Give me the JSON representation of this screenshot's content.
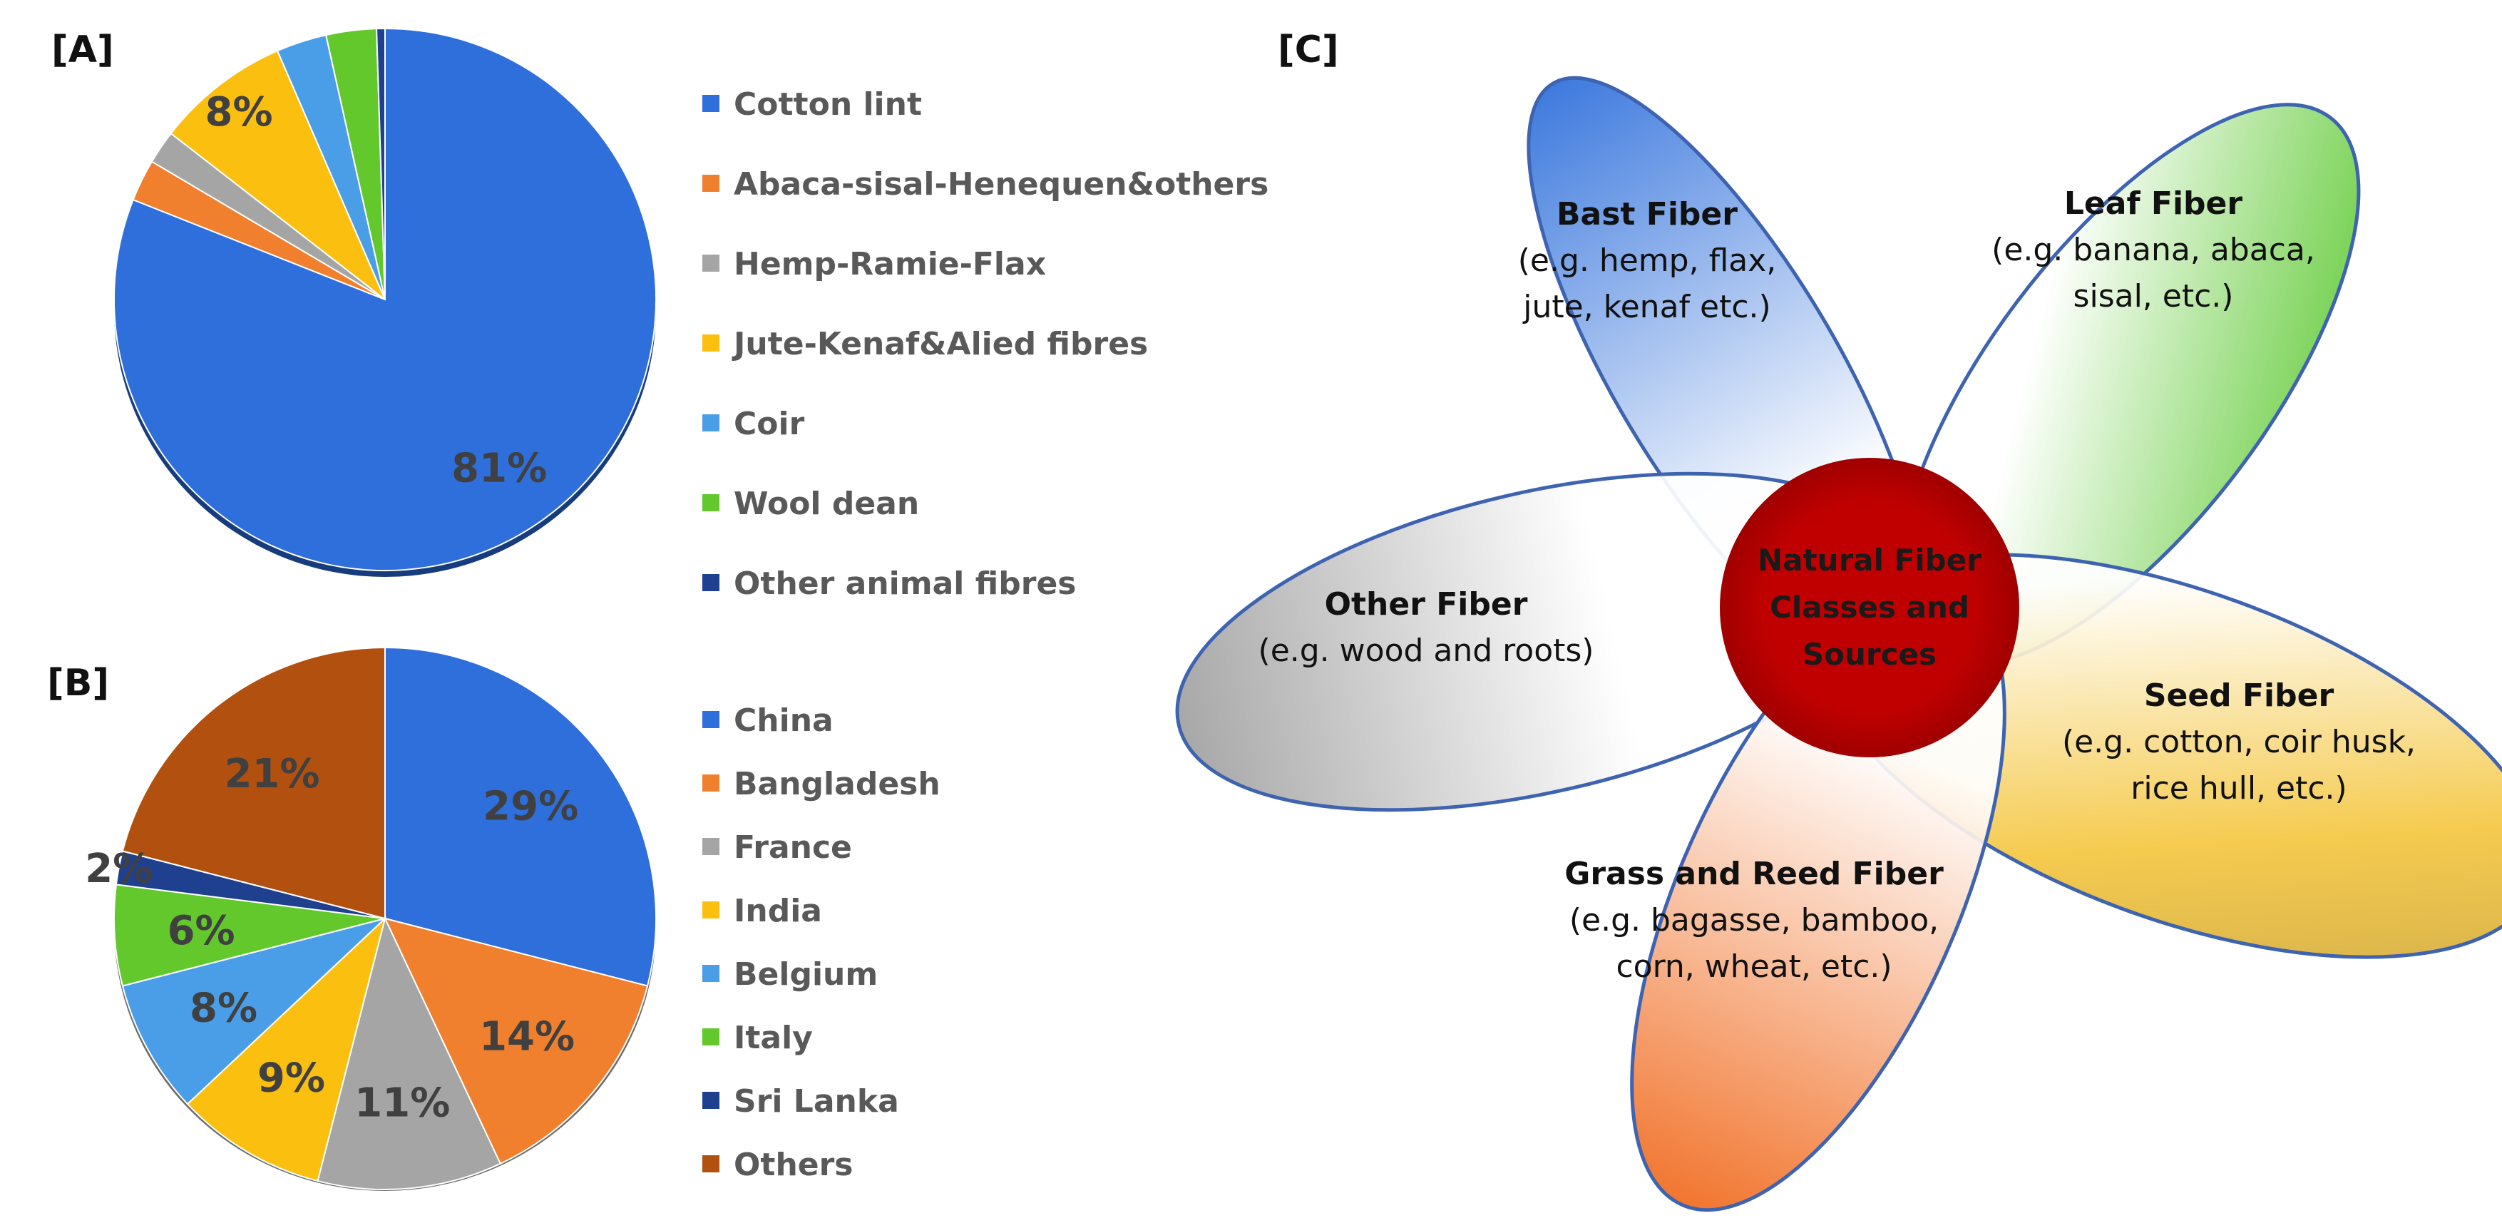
{
  "panels": {
    "a_label": "[A]",
    "b_label": "[B]",
    "c_label": "[C]"
  },
  "chart_data": [
    {
      "type": "pie",
      "panel": "A",
      "categories": [
        "Cotton lint",
        "Abaca-sisal-Henequen&others",
        "Hemp-Ramie-Flax",
        "Jute-Kenaf&Alied fibres",
        "Coir",
        "Wool dean",
        "Other animal fibres"
      ],
      "values": [
        81,
        2.5,
        2,
        8,
        3,
        3,
        0.5
      ],
      "data_labels": [
        "81%",
        "",
        "",
        "8%",
        "",
        "",
        ""
      ],
      "colors": [
        "#2E6FDB",
        "#F07F2E",
        "#A5A5A5",
        "#FBBF10",
        "#4A9EE8",
        "#63C82C",
        "#1F3F8F"
      ],
      "legend": "right"
    },
    {
      "type": "pie",
      "panel": "B",
      "categories": [
        "China",
        "Bangladesh",
        "France",
        "India",
        "Belgium",
        "Italy",
        "Sri Lanka",
        "Others"
      ],
      "values": [
        29,
        14,
        11,
        9,
        8,
        6,
        2,
        21
      ],
      "data_labels": [
        "29%",
        "14%",
        "11%",
        "9%",
        "8%",
        "6%",
        "2%",
        "21%"
      ],
      "colors": [
        "#2E6FDB",
        "#F07F2E",
        "#A5A5A5",
        "#FBBF10",
        "#4A9EE8",
        "#63C82C",
        "#1F3F8F",
        "#B2500F"
      ],
      "legend": "right"
    }
  ],
  "diagram": {
    "center": [
      "Natural Fiber",
      "Classes and",
      "Sources"
    ],
    "petals": [
      {
        "id": "bast",
        "title": "Bast Fiber",
        "lines": [
          "(e.g. hemp, flax,",
          "jute, kenaf etc.)"
        ],
        "color": "#2E6FDB"
      },
      {
        "id": "leaf",
        "title": "Leaf Fiber",
        "lines": [
          "(e.g. banana, abaca,",
          "sisal, etc.)"
        ],
        "color": "#4CC31C"
      },
      {
        "id": "other",
        "title": "Other Fiber",
        "lines": [
          "(e.g. wood and roots)"
        ],
        "color": "#9A9A9A"
      },
      {
        "id": "seed",
        "title": "Seed Fiber",
        "lines": [
          "(e.g. cotton, coir husk,",
          "rice hull, etc.)"
        ],
        "color": "#E8B020"
      },
      {
        "id": "grass",
        "title": "Grass and Reed Fiber",
        "lines": [
          "(e.g. bagasse, bamboo,",
          "corn, wheat, etc.)"
        ],
        "color": "#F07A2A"
      }
    ]
  }
}
